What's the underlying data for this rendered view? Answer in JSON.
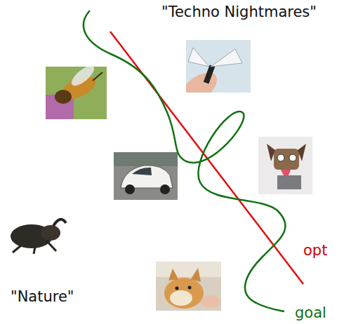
{
  "diagram": {
    "labels": [
      "\"Techno Nightmares\"",
      "\"Nature\"",
      "opt",
      "goal"
    ]
  }
}
